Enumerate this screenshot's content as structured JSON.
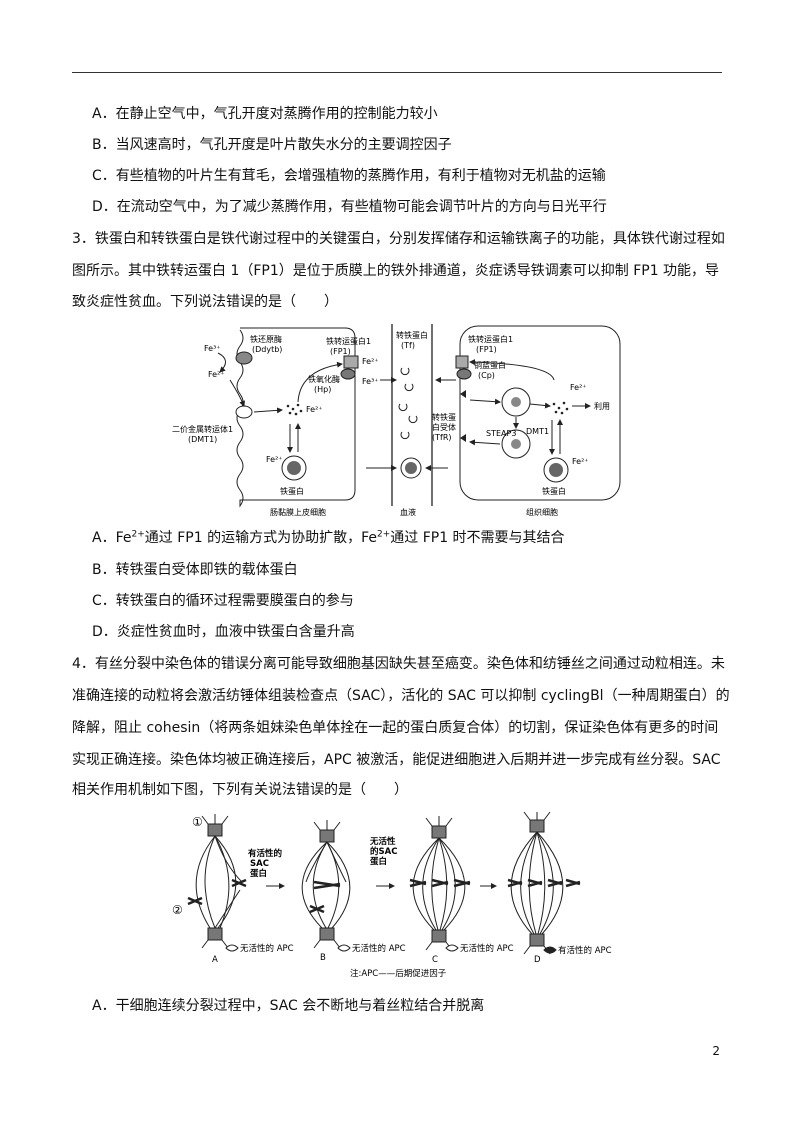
{
  "q2_options": [
    "A．在静止空气中，气孔开度对蒸腾作用的控制能力较小",
    "B．当风速高时，气孔开度是叶片散失水分的主要调控因子",
    "C．有些植物的叶片生有茸毛，会增强植物的蒸腾作用，有利于植物对无机盐的运输",
    "D．在流动空气中，为了减少蒸腾作用，有些植物可能会调节叶片的方向与日光平行"
  ],
  "q3": {
    "line1": "3．铁蛋白和转铁蛋白是铁代谢过程中的关键蛋白，分别发挥储存和运输铁离子的功能，具体铁代谢过程如",
    "line2": "图所示。其中铁转运蛋白 1（FP1）是位于质膜上的铁外排通道，炎症诱导铁调素可以抑制 FP1 功能，导",
    "line3": "致炎症性贫血。下列说法错误的是（　　）",
    "figure": {
      "ddytb": "铁还原酶",
      "ddytb2": "(Ddytb)",
      "fp1_left": "铁转运蛋白1",
      "fp1_left2": "(FP1)",
      "hp": "铁氧化酶",
      "hp2": "(Hp)",
      "dmt1_left": "二价金属转运体1",
      "dmt1_left2": "(DMT1)",
      "ferritin_left": "铁蛋白",
      "tf": "转铁蛋白",
      "tf2": "(Tf)",
      "tfr": "转铁蛋",
      "tfr2": "白受体",
      "tfr3": "(TfR)",
      "fp1_right": "铁转运蛋白1",
      "fp1_right2": "(FP1)",
      "cp": "铜蓝蛋白",
      "cp2": "(Cp)",
      "steap3": "STEAP3",
      "dmt1_right": "DMT1",
      "ferritin_right": "铁蛋白",
      "use": "利用",
      "label_intestine": "肠黏膜上皮细胞",
      "label_blood": "血液",
      "label_tissue": "组织细胞",
      "fe3": "Fe³⁺",
      "fe2": "Fe²⁺"
    },
    "optA_pre": "A．Fe",
    "optA_sup": "2+",
    "optA_mid": "通过 FP1 的运输方式为协助扩散，Fe",
    "optA_sup2": "2+",
    "optA_post": "通过 FP1 时不需要与其结合",
    "optB": "B．转铁蛋白受体即铁的载体蛋白",
    "optC": "C．转铁蛋白的循环过程需要膜蛋白的参与",
    "optD": "D．炎症性贫血时，血液中铁蛋白含量升高"
  },
  "q4": {
    "lines": [
      "4．有丝分裂中染色体的错误分离可能导致细胞基因缺失甚至癌变。染色体和纺锤丝之间通过动粒相连。未",
      "准确连接的动粒将会激活纺锤体组装检查点（SAC），活化的 SAC 可以抑制 cyclingBl（一种周期蛋白）的",
      "降解，阻止 cohesin（将两条姐妹染色单体拴在一起的蛋白质复合体）的切割，保证染色体有更多的时间",
      "实现正确连接。染色体均被正确连接后，APC 被激活，能促进细胞进入后期并进一步完成有丝分裂。SAC",
      "相关作用机制如下图，下列有关说法错误的是（　　）"
    ],
    "figure": {
      "mark1": "①",
      "mark2": "②",
      "active_sac": "有活性的",
      "active_sac2": "SAC",
      "active_sac3": "蛋白",
      "inactive_sac": "无活性",
      "inactive_sac2": "的SAC",
      "inactive_sac3": "蛋白",
      "inactive_apc": "无活性的 APC",
      "active_apc": "有活性的 APC",
      "stage_a": "A",
      "stage_b": "B",
      "stage_c": "C",
      "stage_d": "D",
      "note": "注:APC——后期促进因子"
    },
    "optA": "A．干细胞连续分裂过程中，SAC 会不断地与着丝粒结合并脱离"
  },
  "page_number": "2"
}
